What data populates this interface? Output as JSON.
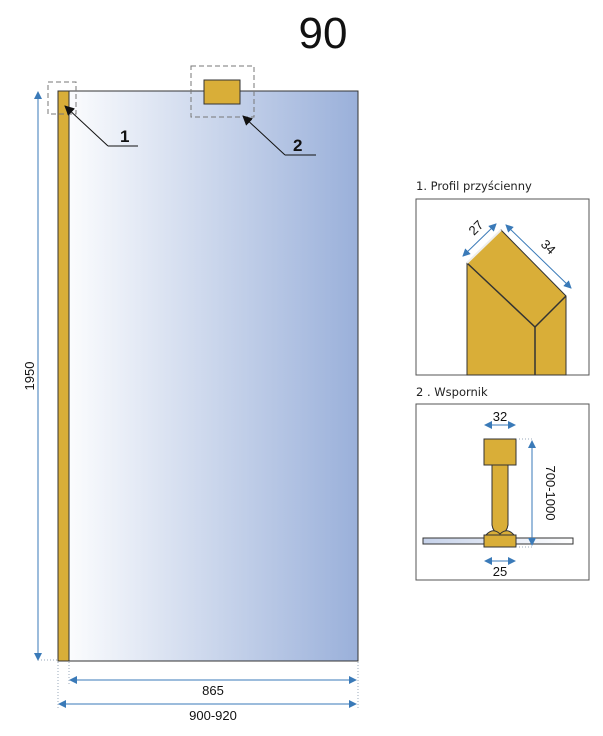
{
  "title": "90",
  "callouts": {
    "one": "1",
    "two": "2"
  },
  "dimensions": {
    "height": "1950",
    "glass_width": "865",
    "total_width": "900-920"
  },
  "detail1": {
    "title": "1.  Profil przyścienny",
    "dim_a": "27",
    "dim_b": "34"
  },
  "detail2": {
    "title": "2 .  Wspornik",
    "dim_top": "32",
    "dim_bottom": "25",
    "dim_length": "700-1000"
  },
  "colors": {
    "gold": "#D9AE38",
    "glass_light": "#FFFFFF",
    "glass_dark": "#9AB0DA",
    "dim": "#3A7AB8"
  }
}
